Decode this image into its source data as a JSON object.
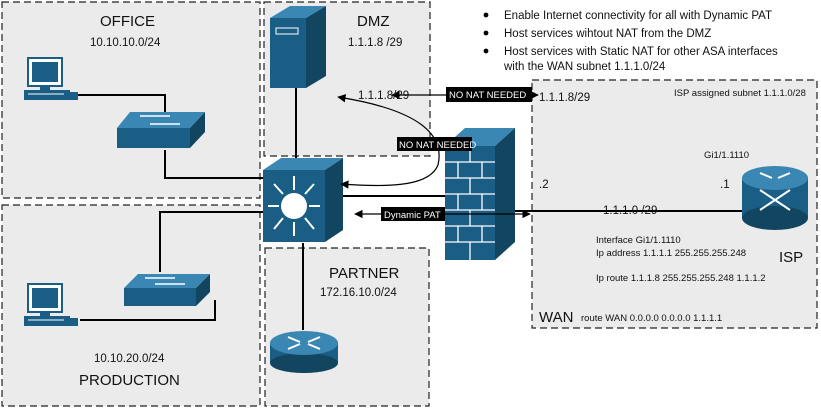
{
  "zones": {
    "office": {
      "title": "OFFICE",
      "subnet": "10.10.10.0/24"
    },
    "dmz": {
      "title": "DMZ",
      "subnet": "1.1.1.8 /29"
    },
    "production": {
      "subnet": "10.10.20.0/24",
      "title": "PRODUCTION"
    },
    "partner": {
      "title": "PARTNER",
      "subnet": "172.16.10.0/24"
    },
    "wan": {
      "title": "WAN",
      "route": "route WAN 0.0.0.0 0.0.0.0 1.1.1.1"
    }
  },
  "bullets": [
    "Enable Internet connectivity for all with Dynamic PAT",
    "Host services wihtout NAT from the DMZ",
    "Host services with Static NAT for other ASA interfaces",
    "with the WAN subnet 1.1.1.0/24"
  ],
  "labels": {
    "dmz_left_ip": "1.1.1.8/29",
    "dmz_right_ip": "1.1.1.8/29",
    "no_nat_top": "NO NAT NEEDED",
    "no_nat_mid": "NO NAT NEEDED",
    "dynamic_pat": "Dynamic PAT",
    "isp_subnet": "ISP assigned subnet 1.1.1.0/28",
    "gi_label": "Gi1/1.1110",
    "asa_end": ".2",
    "isp_end": ".1",
    "link_subnet": "1.1.1.0 /29",
    "isp_conf_1": "Interface Gi1/1.1110",
    "isp_conf_2": "Ip address 1.1.1.1 255.255.255.248",
    "isp_conf_3": "Ip route 1.1.1.8 255.255.255.248 1.1.1.2",
    "isp_name": "ISP"
  },
  "colors": {
    "device": "#1a5e85",
    "zone_fill": "#ebebeb",
    "tag_bg": "#000000"
  }
}
